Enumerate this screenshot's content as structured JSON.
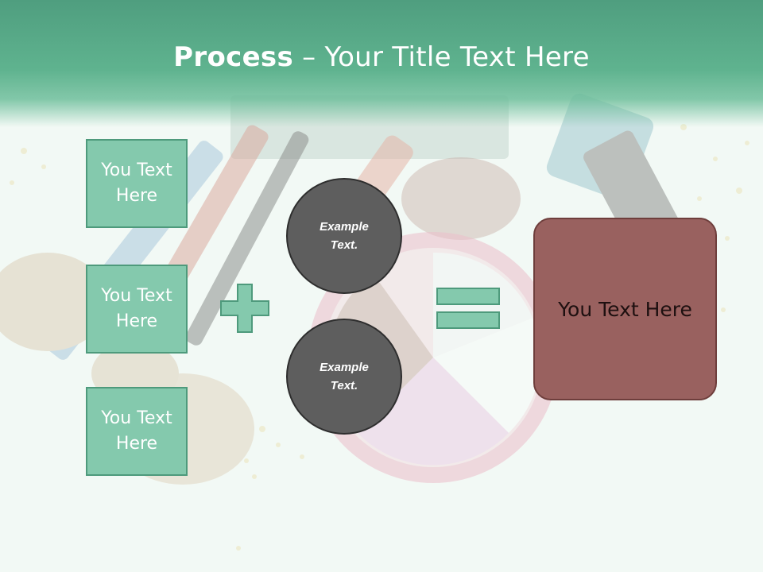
{
  "slide": {
    "title_bold": "Process",
    "title_rest": " – Your Title Text Here"
  },
  "left_boxes": [
    {
      "label": "You Text Here"
    },
    {
      "label": "You Text Here"
    },
    {
      "label": "You Text Here"
    }
  ],
  "circles": [
    {
      "label": "Example Text."
    },
    {
      "label": "Example Text."
    }
  ],
  "result_box": {
    "label": "You Text Here"
  },
  "colors": {
    "header_green": "#5fb38f",
    "box_green": "#84c9ad",
    "box_border": "#4e9a7c",
    "circle_gray": "#5e5e5e",
    "result_red": "#99615f"
  },
  "icons": {
    "plus": "plus-icon",
    "equals": "equals-icon"
  }
}
